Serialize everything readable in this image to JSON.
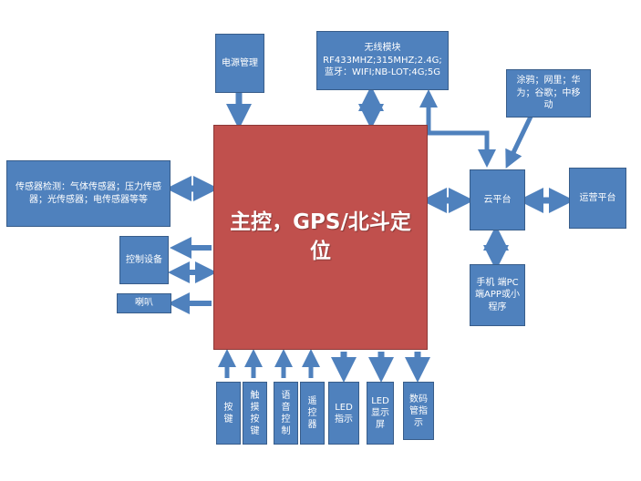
{
  "colors": {
    "box_fill": "#4f81bd",
    "box_border": "#385d8a",
    "main_fill": "#c0504d",
    "text": "#ffffff"
  },
  "main": {
    "label": "主控，GPS/北斗定位"
  },
  "top": {
    "power": "电源管理",
    "wireless": "无线模块 RF433MHZ;315MHZ;2.4G; 蓝牙：WIFI;NB-LOT;4G;5G"
  },
  "left": {
    "sensors": "传感器检测：气体传感器；压力传感器；光传感器；电传感器等等",
    "control_device": "控制设备",
    "speaker": "喇叭"
  },
  "right": {
    "cloud_providers": "涂鸦；网里；华为；谷歌；中移动",
    "cloud": "云平台",
    "ops": "运营平台",
    "mobile": "手机 端PC端APP或小程序"
  },
  "bottom": {
    "buttons": "按键",
    "touch_buttons": "触摸按键",
    "voice_control": "语音控制",
    "remote": "遥控器",
    "led_indicator": "LED指示",
    "led_display": "LED显示屏",
    "digital_tube": "数码管指示"
  }
}
